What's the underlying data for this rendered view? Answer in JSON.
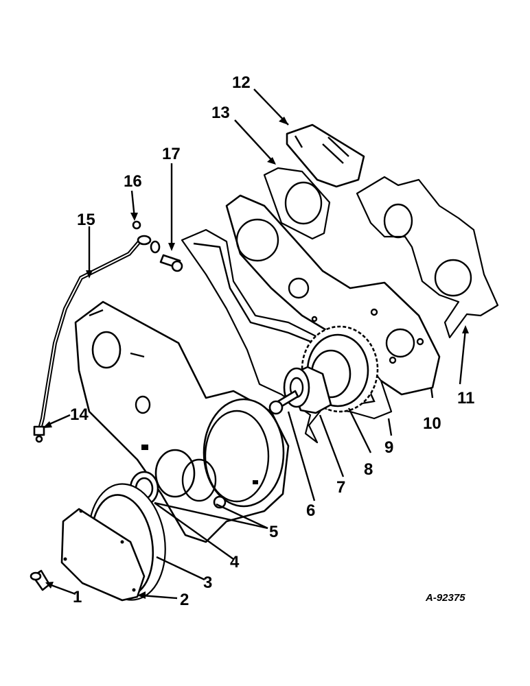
{
  "figure_id": "A-92375",
  "callouts": [
    {
      "number": "1"
    },
    {
      "number": "2"
    },
    {
      "number": "3"
    },
    {
      "number": "4"
    },
    {
      "number": "5"
    },
    {
      "number": "6"
    },
    {
      "number": "7"
    },
    {
      "number": "8"
    },
    {
      "number": "9"
    },
    {
      "number": "10"
    },
    {
      "number": "11"
    },
    {
      "number": "12"
    },
    {
      "number": "13"
    },
    {
      "number": "14"
    },
    {
      "number": "15"
    },
    {
      "number": "16"
    },
    {
      "number": "17"
    }
  ]
}
